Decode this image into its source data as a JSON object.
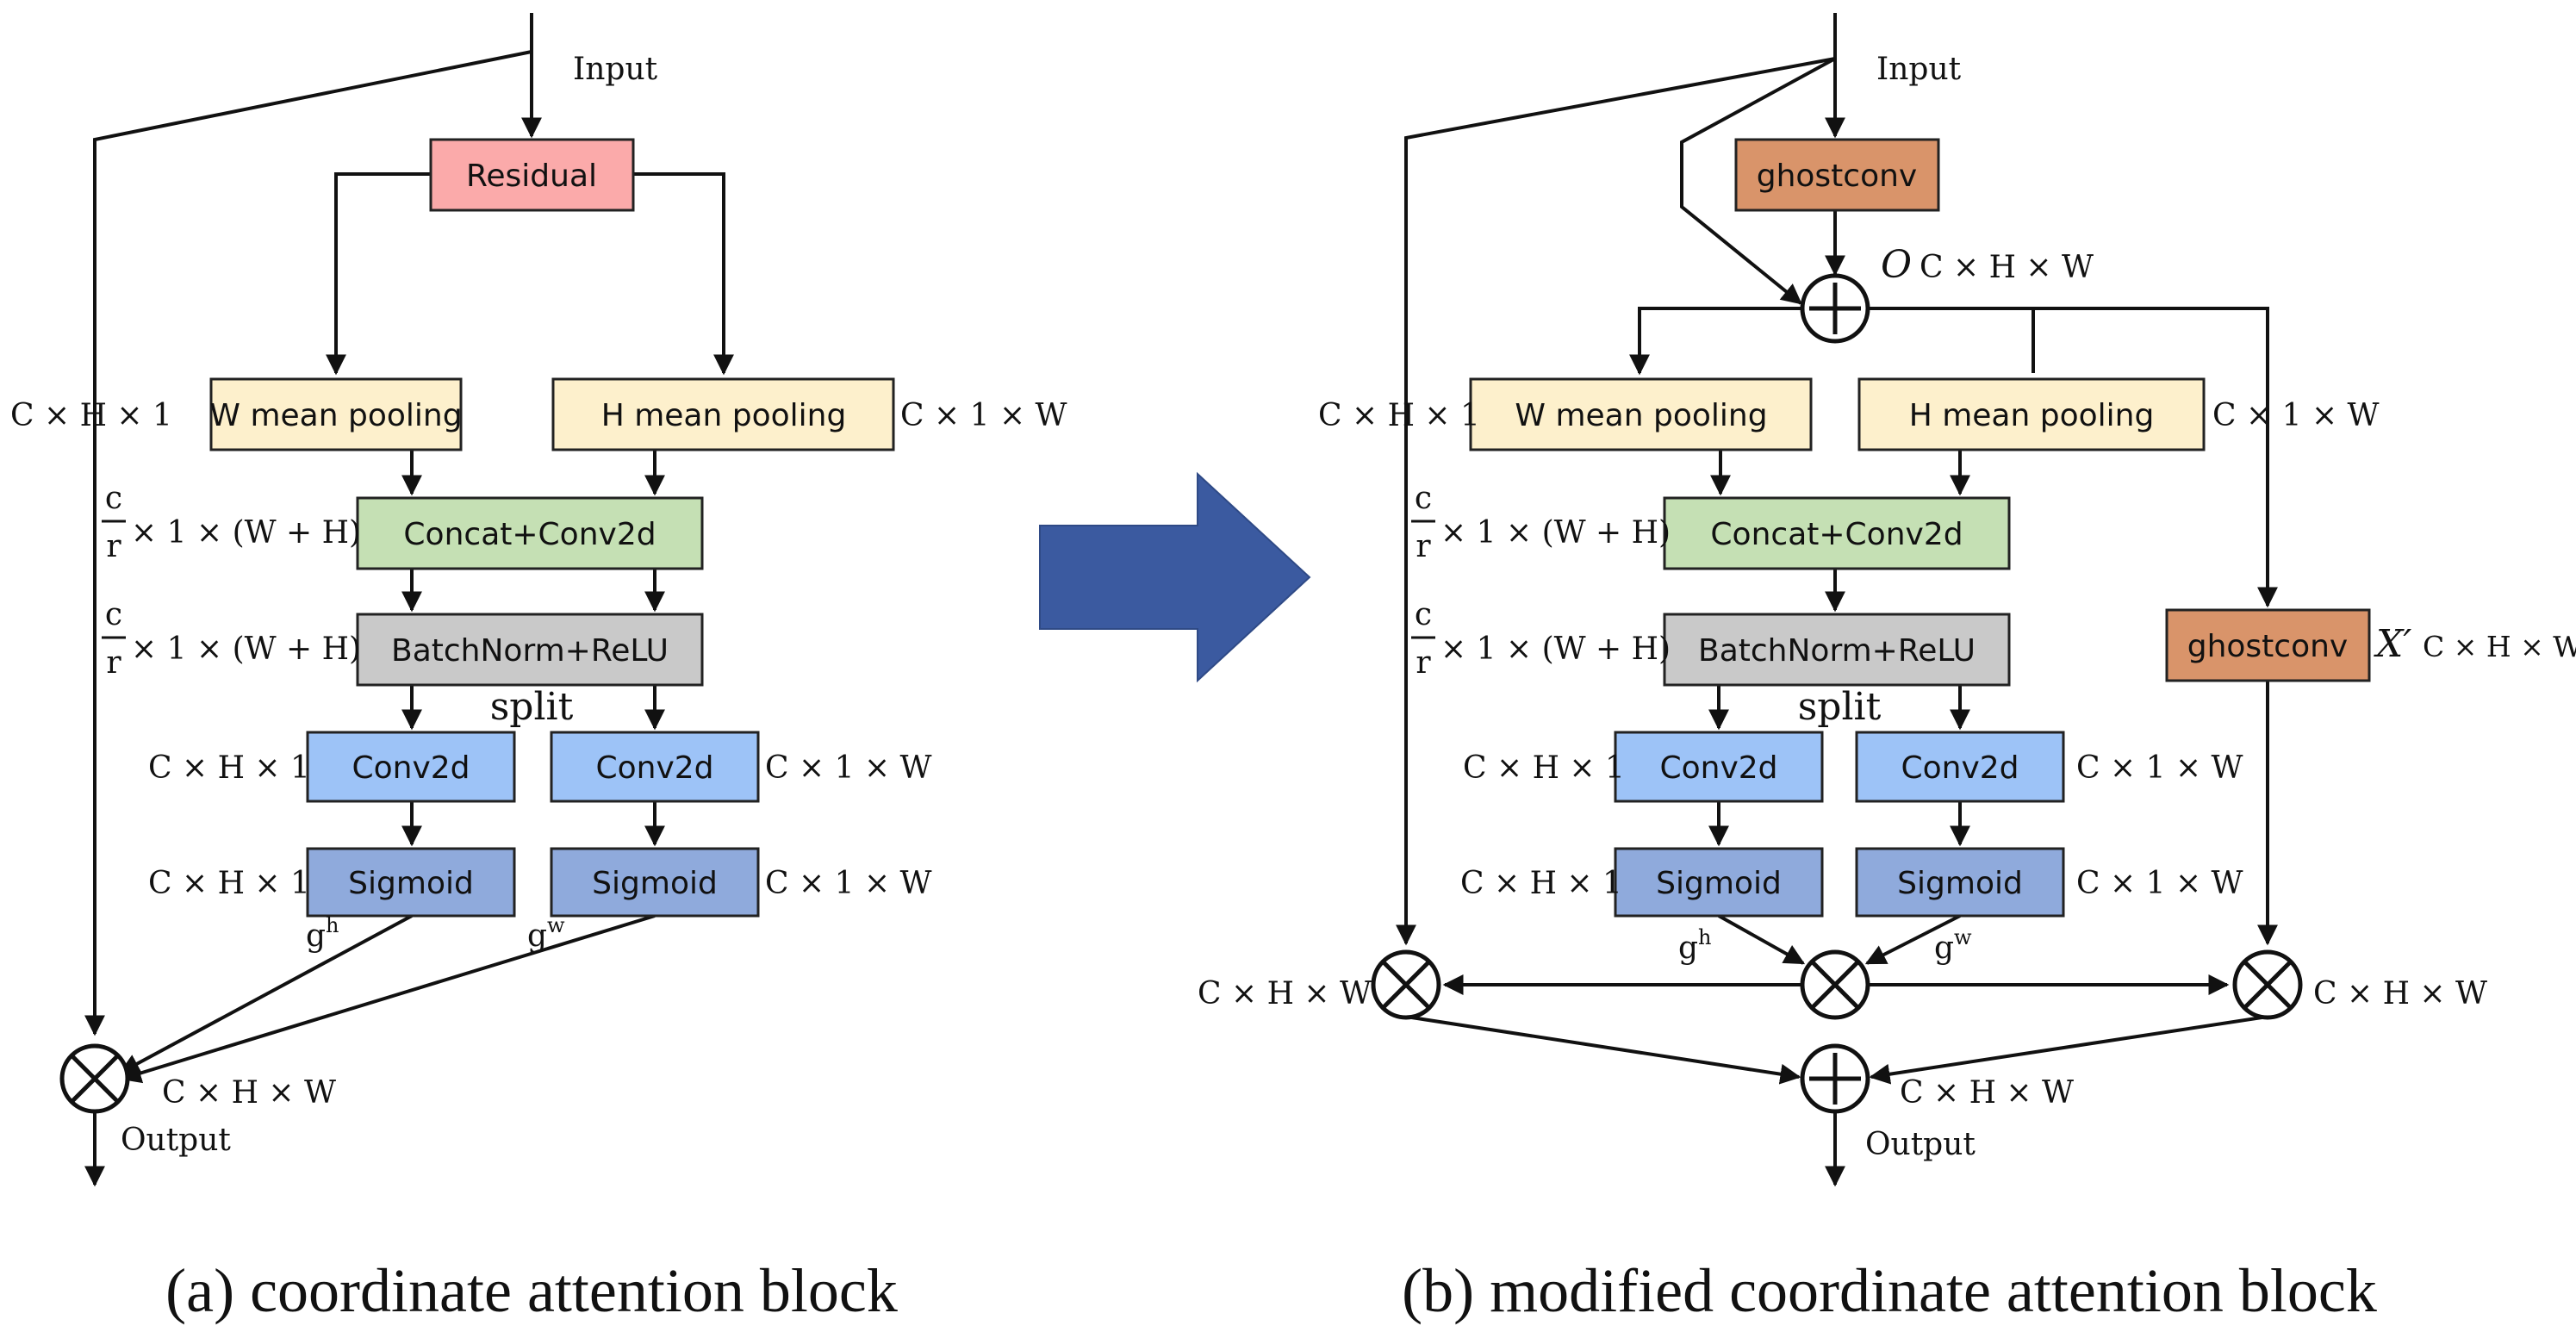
{
  "colors": {
    "residual": "#fbaaaa",
    "pooling": "#fdf0cc",
    "concat": "#c5e0b4",
    "batchnorm": "#c9c9c9",
    "conv": "#9dc3f7",
    "sigmoid": "#8faadc",
    "ghostconv": "#d9946a",
    "arrow": "#3b5aa0"
  },
  "left": {
    "input": "Input",
    "residual": "Residual",
    "w_pool": "W mean pooling",
    "h_pool": "H mean pooling",
    "concat": "Concat+Conv2d",
    "batchnorm": "BatchNorm+ReLU",
    "split": "split",
    "conv_left": "Conv2d",
    "conv_right": "Conv2d",
    "sig_left": "Sigmoid",
    "sig_right": "Sigmoid",
    "dim_chw1": "C × H × 1",
    "dim_c1w": "C × 1 × W",
    "frac_num": "c",
    "frac_den": "r",
    "frac_rest": "× 1 × (W + H)",
    "dim_conv_l": "C × H × 1",
    "dim_conv_r": "C × 1 × W",
    "dim_sig_l": "C × H × 1",
    "dim_sig_r": "C × 1 × W",
    "gh_base": "g",
    "gh_sup": "h",
    "gw_base": "g",
    "gw_sup": "w",
    "dim_out": "C × H × W",
    "output": "Output",
    "caption": "(a) coordinate attention block"
  },
  "right": {
    "input": "Input",
    "ghost_top": "ghostconv",
    "o_label": "O",
    "o_dim": "C × H × W",
    "w_pool": "W mean pooling",
    "h_pool": "H mean pooling",
    "concat": "Concat+Conv2d",
    "batchnorm": "BatchNorm+ReLU",
    "split": "split",
    "conv_left": "Conv2d",
    "conv_right": "Conv2d",
    "sig_left": "Sigmoid",
    "sig_right": "Sigmoid",
    "ghost_side": "ghostconv",
    "x_label": "X′",
    "x_dim": "C × H × W",
    "dim_chw1": "C × H × 1",
    "dim_c1w": "C × 1 × W",
    "frac_num": "c",
    "frac_den": "r",
    "frac_rest": "× 1 × (W + H)",
    "dim_conv_l": "C × H × 1",
    "dim_conv_r": "C × 1 × W",
    "dim_sig_l": "C × H × 1",
    "dim_sig_r": "C × 1 × W",
    "gh_base": "g",
    "gh_sup": "h",
    "gw_base": "g",
    "gw_sup": "w",
    "dim_mul_left": "C × H × W",
    "dim_mul_right": "C × H × W",
    "dim_out": "C × H × W",
    "output": "Output",
    "caption": "(b) modified coordinate attention block"
  }
}
